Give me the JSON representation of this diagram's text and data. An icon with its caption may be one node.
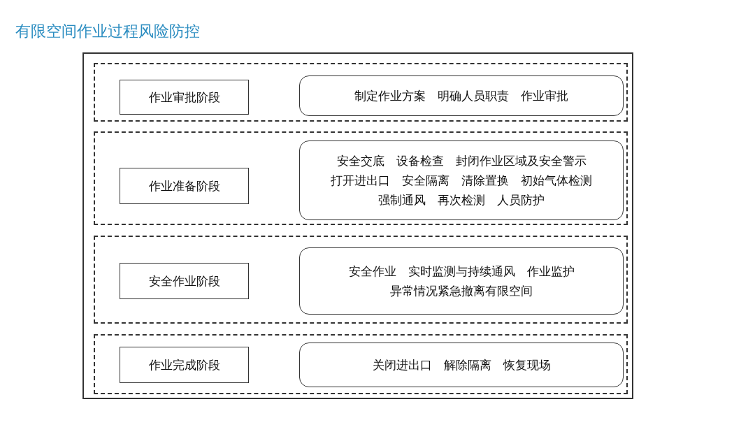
{
  "diagram": {
    "title": "有限空间作业过程风险防控",
    "nodes": [
      {
        "text": [],
        "shape": "box"
      },
      {
        "text": [],
        "shape": "box",
        "in": 0
      },
      {
        "text": [
          "作业审批阶段"
        ],
        "in": 1
      },
      {
        "text": [
          "制定作业方案　明确人员职责　作业审批"
        ],
        "in": 1
      },
      {
        "text": [],
        "shape": "box",
        "in": 0
      },
      {
        "text": [
          "作业准备阶段"
        ],
        "in": 4
      },
      {
        "text": [
          "安全交底　设备检查　封闭作业区域及安全警示",
          "打开进出口　安全隔离　清除置换　初始气体检测",
          "强制通风　再次检测　人员防护"
        ],
        "in": 4
      },
      {
        "text": [],
        "shape": "box",
        "in": 0
      },
      {
        "text": [
          "安全作业阶段"
        ],
        "in": 7
      },
      {
        "text": [
          "安全作业　实时监测与持续通风　作业监护",
          "异常情况紧急撤离有限空间"
        ],
        "in": 7
      },
      {
        "text": [],
        "shape": "box",
        "in": 0
      },
      {
        "text": [
          "作业完成阶段"
        ],
        "in": 10
      },
      {
        "text": [
          "关闭进出口　解除隔离　恢复现场"
        ],
        "in": 10
      }
    ]
  }
}
